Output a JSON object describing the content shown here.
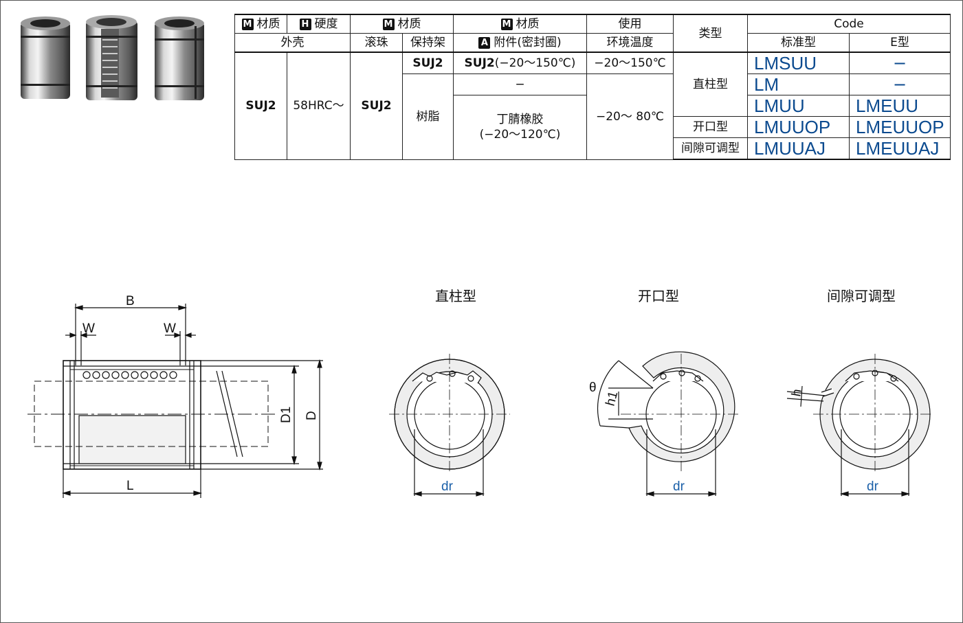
{
  "table": {
    "headers_row1": [
      {
        "badge": "M",
        "text": "材质"
      },
      {
        "badge": "H",
        "text": "硬度"
      },
      {
        "badge": "M",
        "text": "材质"
      },
      {
        "badge": "M",
        "text": "材质"
      },
      {
        "badge": "",
        "text": "使用"
      },
      {
        "badge": "",
        "text": "类型"
      },
      {
        "badge": "",
        "text": "Code"
      }
    ],
    "headers_row2": {
      "shell": "外壳",
      "ball": "滚珠",
      "retainer": "保持架",
      "attachment_badge": "A",
      "attachment": "附件(密封圈)",
      "temp": "环境温度",
      "standard": "标准型",
      "e_type": "E型"
    },
    "shell_material": "SUJ2",
    "hardness": "58HRC～",
    "ball_material": "SUJ2",
    "retainer_suj2": "SUJ2",
    "retainer_resin": "树脂",
    "seal_suj2": "SUJ2",
    "seal_suj2_range": "(−20～150℃)",
    "seal_none": "−",
    "seal_rubber": "丁腈橡胶",
    "seal_rubber_range": "(−20～120℃)",
    "temp_1": "−20～150℃",
    "temp_2": "−20～ 80℃",
    "type_straight": "直柱型",
    "type_open": "开口型",
    "type_adjust": "间隙可调型",
    "codes": [
      {
        "std": "LMSUU",
        "e": "−"
      },
      {
        "std": "LM",
        "e": "−"
      },
      {
        "std": "LMUU",
        "e": "LMEUU"
      },
      {
        "std": "LMUUOP",
        "e": "LMEUUOP"
      },
      {
        "std": "LMUUAJ",
        "e": "LMEUUAJ"
      }
    ]
  },
  "drawing": {
    "side": {
      "B": "B",
      "W": "W",
      "L": "L",
      "D": "D",
      "D1": "D1"
    },
    "titles": {
      "straight": "直柱型",
      "open": "开口型",
      "adjust": "间隙可调型"
    },
    "dr": "dr",
    "theta": "θ",
    "h1": "h1",
    "h": "h"
  },
  "colors": {
    "code": "#0b4a8f",
    "dr": "#1a5fa8"
  }
}
